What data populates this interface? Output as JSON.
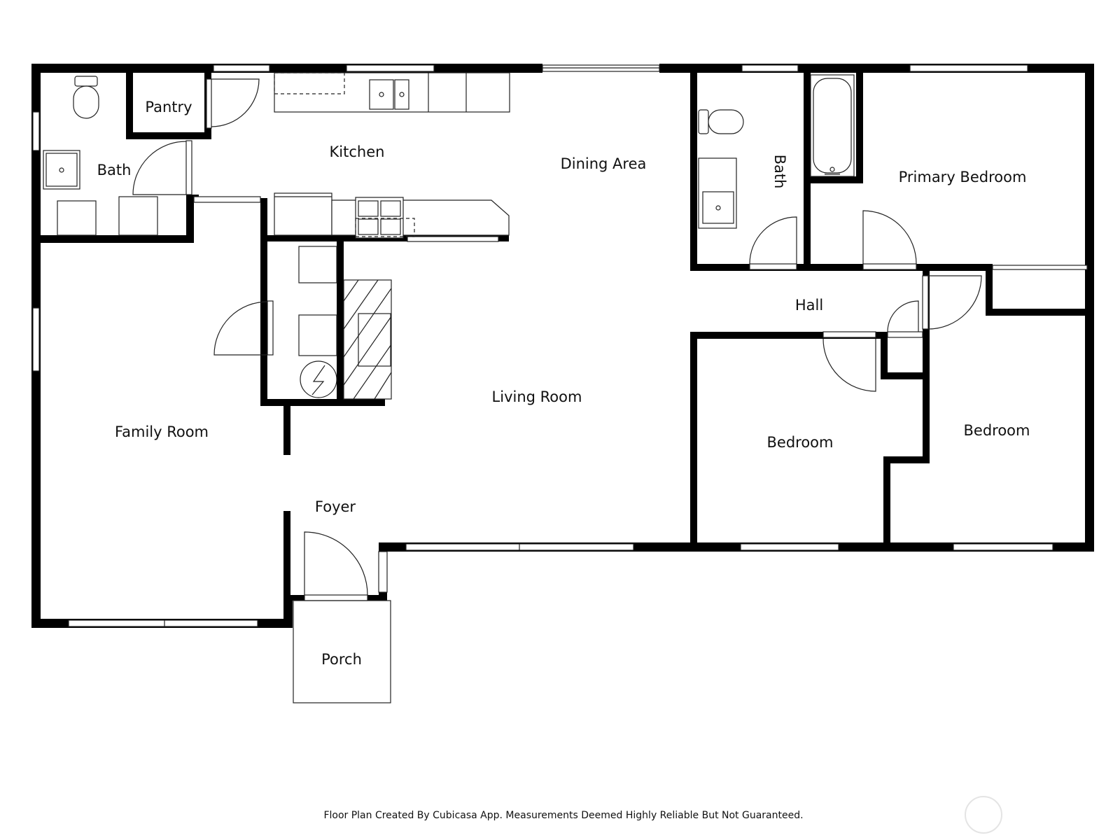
{
  "colors": {
    "wall": "#000000",
    "background": "#ffffff",
    "line": "#222222"
  },
  "rooms": {
    "bath_left": "Bath",
    "pantry": "Pantry",
    "kitchen": "Kitchen",
    "dining_area": "Dining Area",
    "bath_right": "Bath",
    "primary_bedroom": "Primary Bedroom",
    "hall": "Hall",
    "living_room": "Living Room",
    "family_room": "Family Room",
    "bedroom_middle": "Bedroom",
    "bedroom_right": "Bedroom",
    "foyer": "Foyer",
    "porch": "Porch"
  },
  "footer": "Floor Plan Created By Cubicasa App. Measurements Deemed Highly Reliable But Not Guaranteed.",
  "icons": {
    "furnace": "furnace-icon",
    "fireplace": "fireplace-hatch",
    "watermark": "watermark-circle-icon"
  }
}
